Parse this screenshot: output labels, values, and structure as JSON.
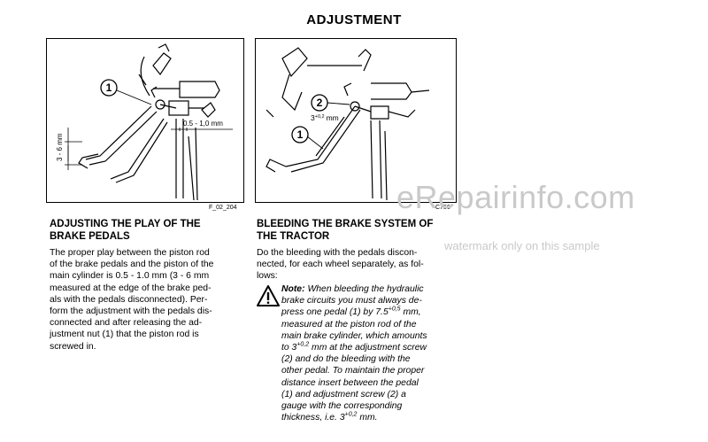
{
  "page_title": "ADJUSTMENT",
  "figure_1": {
    "code": "F_02_204",
    "callouts": [
      "1"
    ],
    "dim_vertical": "3 - 6 mm",
    "dim_horizontal": "0.5 - 1,0 mm"
  },
  "figure_2": {
    "code": "C756",
    "callouts": [
      "2",
      "1"
    ],
    "dim_label": "3",
    "dim_label_sup": "+0,2",
    "dim_label_unit": "mm"
  },
  "section_1": {
    "heading_line1": "ADJUSTING THE PLAY OF THE",
    "heading_line2": "BRAKE PEDALS",
    "body_lines": [
      "The proper play between the piston rod",
      "of the brake pedals and the piston of the",
      "main cylinder is 0.5 - 1.0 mm (3 - 6 mm",
      "measured at the edge of the brake ped-",
      "als with the pedals disconnected). Per-",
      "form the adjustment with the pedals dis-",
      "connected and after releasing the ad-",
      "justment nut (1) that the piston rod is",
      "screwed in."
    ]
  },
  "section_2": {
    "heading_line1": "BLEEDING THE BRAKE SYSTEM OF",
    "heading_line2": "THE TRACTOR",
    "body_lines": [
      "Do the bleeding with the pedals discon-",
      "nected, for each wheel separately, as fol-",
      "lows:"
    ],
    "note_label": "Note:",
    "note_lines": {
      "l1": "When bleeding the hydraulic",
      "l2": "brake circuits you must always de-",
      "l3a": "press one pedal (1) by 7.5",
      "l3sup": "+0,5",
      "l3b": " mm,",
      "l4": "measured at the piston rod of the",
      "l5": "main brake cylinder, which amounts",
      "l6a": "to 3",
      "l6sup": "+0,2",
      "l6b": " mm at the adjustment screw",
      "l7": "(2) and do the bleeding with the",
      "l8": "other pedal. To maintain the proper",
      "l9": "distance insert between the pedal",
      "l10": "(1) and adjustment screw (2) a",
      "l11": "gauge with the corresponding",
      "l12a": "thickness, i.e. 3",
      "l12sup": "+0,2",
      "l12b": " mm."
    }
  },
  "watermark": {
    "main": "eRepairinfo.com",
    "sub": "watermark only on this sample"
  },
  "colors": {
    "text": "#000000",
    "watermark": "#c9c9c9"
  }
}
